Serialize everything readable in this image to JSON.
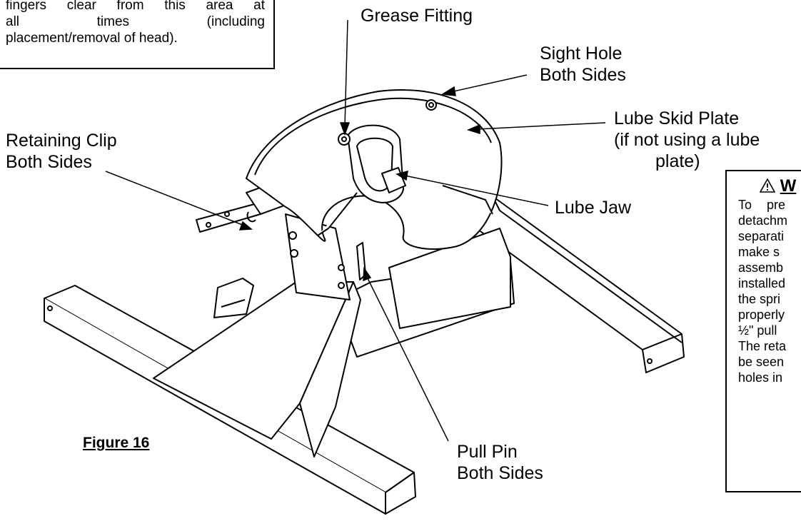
{
  "caution_note": {
    "lines": [
      "fingers clear from this area at",
      "all times (including",
      "placement/removal of head)."
    ]
  },
  "callouts": {
    "grease_fitting": [
      "Grease Fitting"
    ],
    "sight_hole": [
      "Sight Hole",
      "Both Sides"
    ],
    "lube_skid_plate": [
      "Lube Skid Plate",
      "(if not using a lube",
      "plate)"
    ],
    "retaining_clip": [
      "Retaining Clip",
      "Both Sides"
    ],
    "lube_jaw": [
      "Lube Jaw"
    ],
    "pull_pin": [
      "Pull Pin",
      "Both Sides"
    ]
  },
  "figure_label": "Figure 16",
  "warning_box": {
    "icon": "warning-triangle-icon",
    "heading": "W",
    "lines": [
      "To pre",
      "detachm",
      "separati",
      "make s",
      "assemb",
      "installed",
      "the spri",
      "properly",
      "½\" pull",
      "The reta",
      "be seen",
      "holes in"
    ]
  }
}
